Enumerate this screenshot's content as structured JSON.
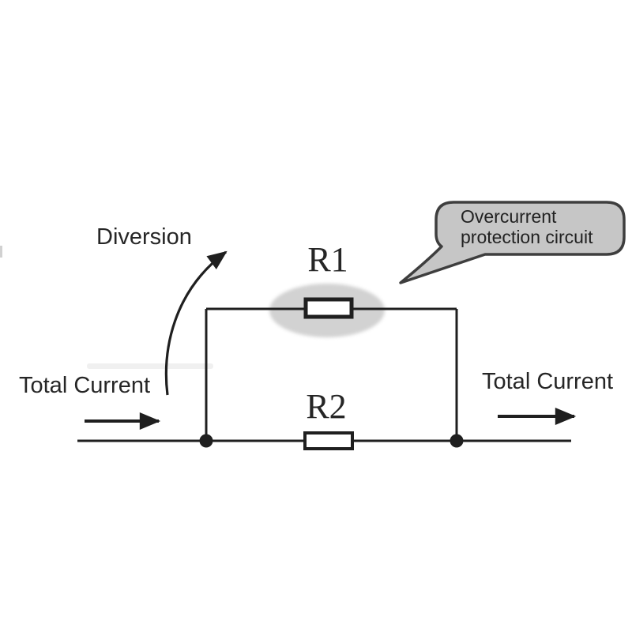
{
  "labels": {
    "diversion": "Diversion",
    "total_current_left": "Total Current",
    "total_current_right": "Total Current",
    "r1": "R1",
    "r2": "R2"
  },
  "callout": {
    "line1": "Overcurrent",
    "line2": "protection circuit"
  },
  "colors": {
    "wire": "#1f1f1f",
    "text": "#262626",
    "bubble_fill": "#c6c6c6",
    "bubble_border": "#3e3e3e",
    "highlight": "#d2d2d2",
    "resistor_fill": "#ffffff"
  }
}
